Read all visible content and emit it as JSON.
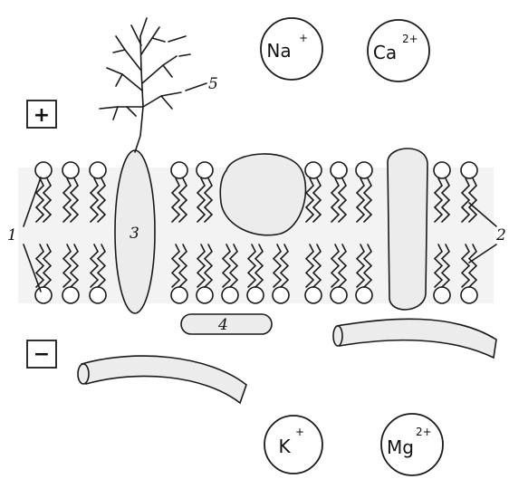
{
  "ions": [
    {
      "id": "na",
      "symbol": "Na",
      "charge": "+"
    },
    {
      "id": "ca",
      "symbol": "Ca",
      "charge": "2+"
    },
    {
      "id": "k",
      "symbol": "K",
      "charge": "+"
    },
    {
      "id": "mg",
      "symbol": "Mg",
      "charge": "2+"
    }
  ],
  "signs": {
    "positive": "+",
    "negative": "−"
  },
  "labels": {
    "l1": "1",
    "l2": "2",
    "l3": "3",
    "l4": "4",
    "l5": "5"
  },
  "colors": {
    "stroke": "#1a1a1a",
    "fill": "#ececec"
  }
}
